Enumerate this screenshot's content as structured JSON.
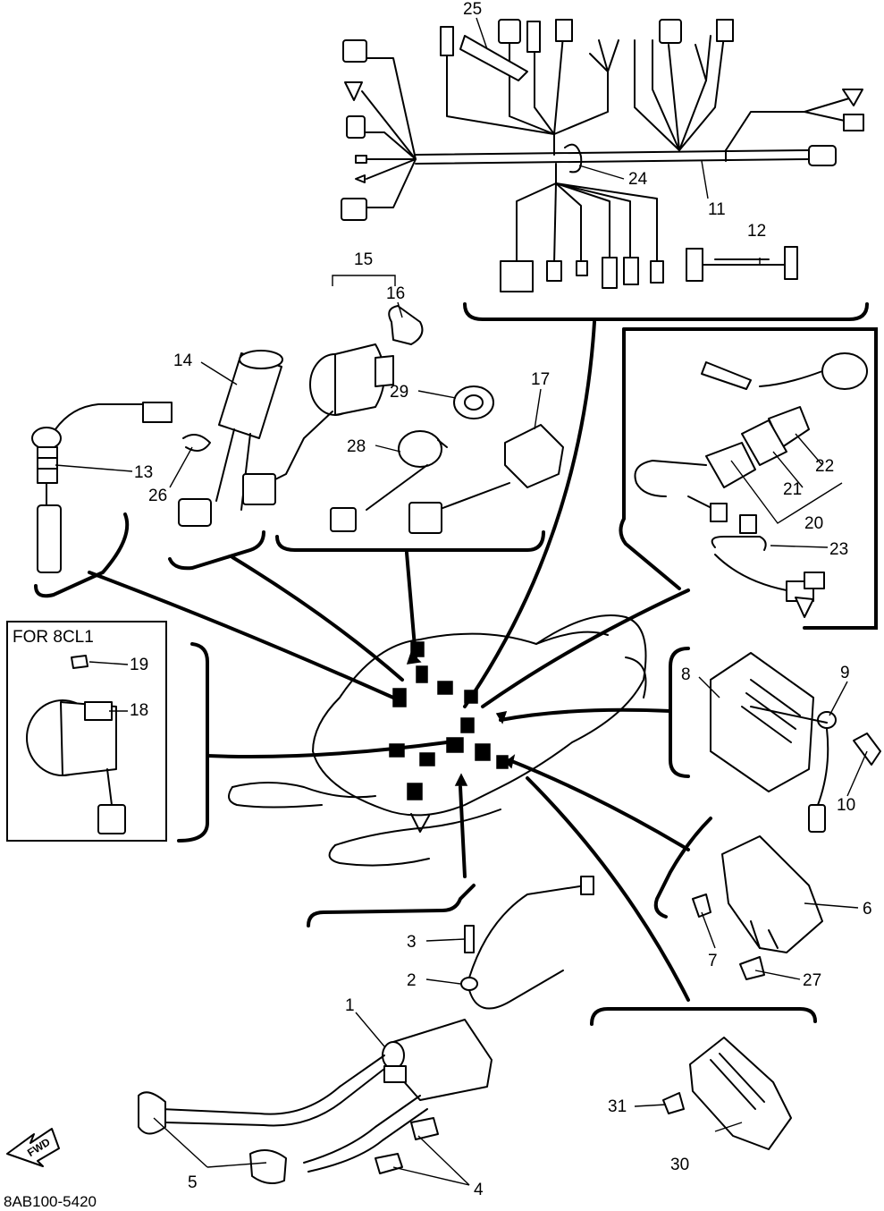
{
  "diagram_code": "8AB100-5420",
  "variant_box_label": "FOR 8CL1",
  "direction_arrow_text": "FWD",
  "callouts": [
    {
      "id": "c1",
      "text": "1"
    },
    {
      "id": "c2",
      "text": "2"
    },
    {
      "id": "c3",
      "text": "3"
    },
    {
      "id": "c4",
      "text": "4"
    },
    {
      "id": "c5",
      "text": "5"
    },
    {
      "id": "c6",
      "text": "6"
    },
    {
      "id": "c7",
      "text": "7"
    },
    {
      "id": "c8",
      "text": "8"
    },
    {
      "id": "c9",
      "text": "9"
    },
    {
      "id": "c10",
      "text": "10"
    },
    {
      "id": "c11",
      "text": "11"
    },
    {
      "id": "c12",
      "text": "12"
    },
    {
      "id": "c13",
      "text": "13"
    },
    {
      "id": "c14",
      "text": "14"
    },
    {
      "id": "c15",
      "text": "15"
    },
    {
      "id": "c16",
      "text": "16"
    },
    {
      "id": "c17",
      "text": "17"
    },
    {
      "id": "c18",
      "text": "18"
    },
    {
      "id": "c19",
      "text": "19"
    },
    {
      "id": "c20",
      "text": "20"
    },
    {
      "id": "c21",
      "text": "21"
    },
    {
      "id": "c22",
      "text": "22"
    },
    {
      "id": "c23",
      "text": "23"
    },
    {
      "id": "c24",
      "text": "24"
    },
    {
      "id": "c25",
      "text": "25"
    },
    {
      "id": "c26",
      "text": "26"
    },
    {
      "id": "c27",
      "text": "27"
    },
    {
      "id": "c28",
      "text": "28"
    },
    {
      "id": "c29",
      "text": "29"
    },
    {
      "id": "c30",
      "text": "30"
    },
    {
      "id": "c31",
      "text": "31"
    }
  ]
}
